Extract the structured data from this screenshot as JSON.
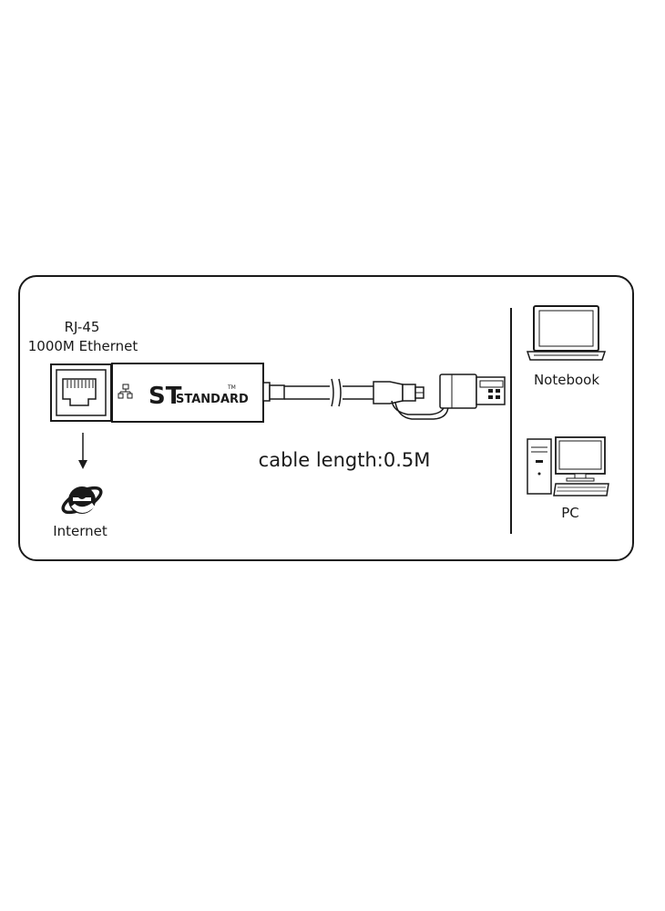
{
  "port": {
    "line1": "RJ-45",
    "line2": "1000M Ethernet"
  },
  "adapter": {
    "brand_mark": "ST",
    "brand_name": "STANDARD",
    "trademark": "TM"
  },
  "cable": {
    "length_label": "cable length:0.5M"
  },
  "internet": {
    "label": "Internet"
  },
  "devices": {
    "notebook_label": "Notebook",
    "pc_label": "PC"
  },
  "colors": {
    "line": "#1a1a1a",
    "background": "#ffffff"
  }
}
